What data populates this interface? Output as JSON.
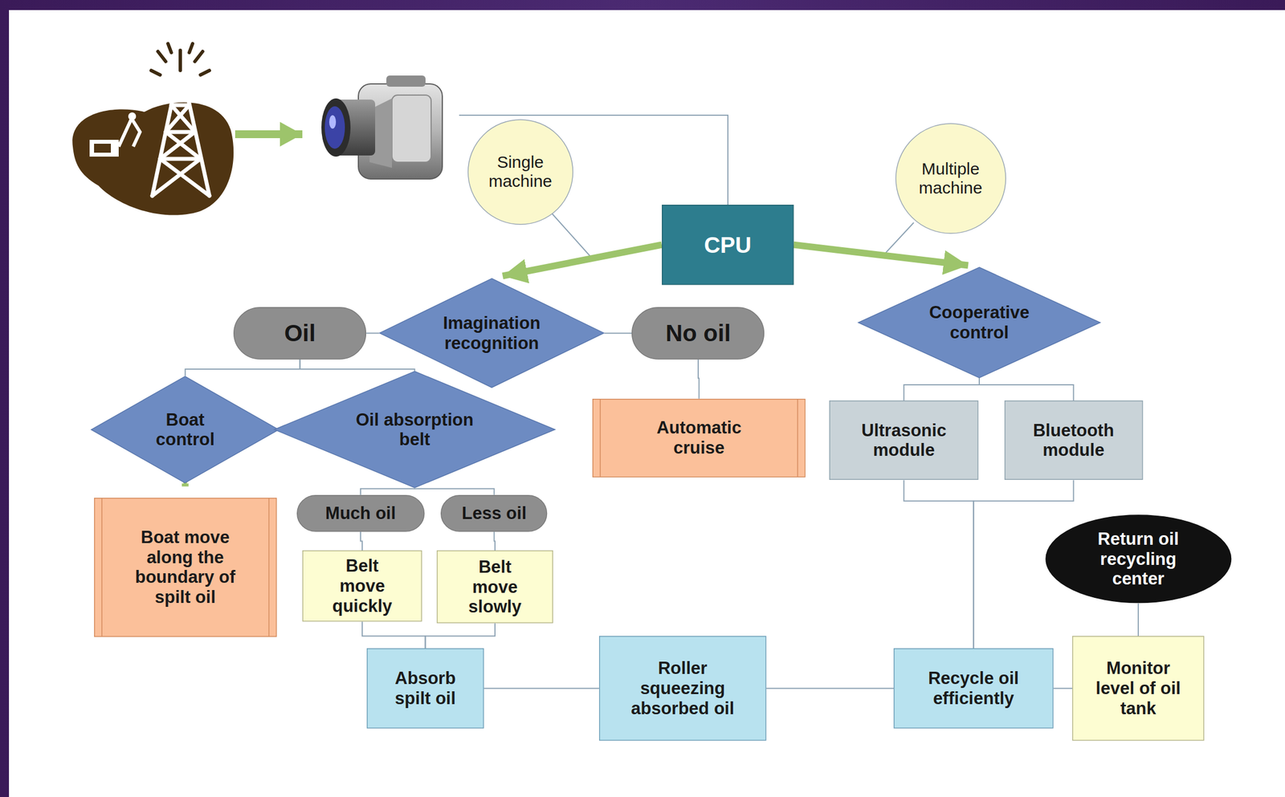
{
  "diagram": {
    "nodes": [
      {
        "text": [
          "Single machine"
        ]
      },
      {
        "text": [
          "CPU"
        ]
      },
      {
        "text": [
          "Multiple machine"
        ]
      },
      {
        "text": [
          "Oil"
        ]
      },
      {
        "text": [
          "Imagination recognition"
        ]
      },
      {
        "text": [
          "No oil"
        ]
      },
      {
        "text": [
          "Cooperative control"
        ]
      },
      {
        "text": [
          "Boat control"
        ]
      },
      {
        "text": [
          "Oil absorption belt"
        ]
      },
      {
        "text": [
          "Automatic cruise"
        ]
      },
      {
        "text": [
          "Ultrasonic module"
        ]
      },
      {
        "text": [
          "Bluetooth module"
        ]
      },
      {
        "text": [
          "Boat move along the boundary of spilt oil"
        ]
      },
      {
        "text": [
          "Much oil"
        ]
      },
      {
        "text": [
          "Less oil"
        ]
      },
      {
        "text": [
          "Belt move quickly"
        ]
      },
      {
        "text": [
          "Belt move slowly"
        ]
      },
      {
        "text": [
          "Return oil recycling center"
        ]
      },
      {
        "text": [
          "Absorb spilt oil"
        ]
      },
      {
        "text": [
          "Roller squeezing absorbed oil"
        ]
      },
      {
        "text": [
          "Recycle oil efficiently"
        ]
      },
      {
        "text": [
          "Monitor level of oil tank"
        ]
      }
    ],
    "edges": [
      {
        "from": 1,
        "to": 4,
        "arrow": "to"
      },
      {
        "from": 1,
        "to": 6,
        "arrow": "to"
      },
      {
        "from": 3,
        "to": 4,
        "arrow": "none"
      },
      {
        "from": 4,
        "to": 5,
        "arrow": "none"
      },
      {
        "from": 5,
        "to": 9,
        "arrow": "none"
      },
      {
        "from": 3,
        "to": 7,
        "arrow": "none"
      },
      {
        "from": 3,
        "to": 8,
        "arrow": "none"
      },
      {
        "from": 7,
        "to": 12,
        "arrow": "to"
      },
      {
        "from": 8,
        "to": 13,
        "arrow": "none"
      },
      {
        "from": 8,
        "to": 14,
        "arrow": "none"
      },
      {
        "from": 13,
        "to": 15,
        "arrow": "none"
      },
      {
        "from": 14,
        "to": 16,
        "arrow": "none"
      },
      {
        "from": 15,
        "to": 18,
        "arrow": "none"
      },
      {
        "from": 16,
        "to": 18,
        "arrow": "none"
      },
      {
        "from": 6,
        "to": 10,
        "arrow": "none"
      },
      {
        "from": 6,
        "to": 11,
        "arrow": "none"
      },
      {
        "from": 10,
        "to": 20,
        "arrow": "none"
      },
      {
        "from": 11,
        "to": 20,
        "arrow": "none"
      },
      {
        "from": 18,
        "to": 19,
        "arrow": "none"
      },
      {
        "from": 19,
        "to": 20,
        "arrow": "none"
      },
      {
        "from": 20,
        "to": 21,
        "arrow": "none"
      },
      {
        "from": 21,
        "to": 17,
        "arrow": "none"
      }
    ]
  }
}
